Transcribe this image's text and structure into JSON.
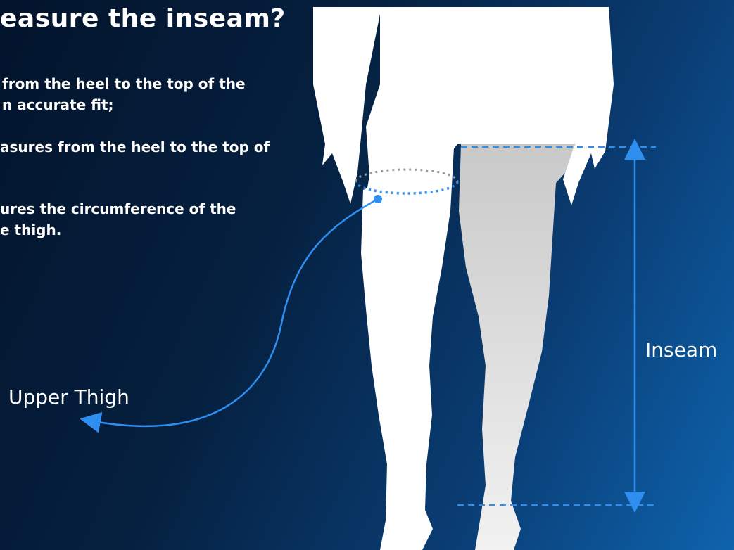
{
  "heading": "easure the inseam?",
  "paragraphs": [
    {
      "lines": [
        "from the heel to the top of the",
        "n accurate fit;"
      ]
    },
    {
      "lines": [
        "asures from the heel to the top of"
      ]
    },
    {
      "lines": [
        "ures the circumference of the",
        "e thigh."
      ]
    }
  ],
  "labels": {
    "upper_thigh": "Upper Thigh",
    "inseam": "Inseam"
  },
  "colors": {
    "accent_blue": "#2e8ff0",
    "figure_fill": "#ffffff",
    "highlighted_leg_fill": "#d9d9d9"
  }
}
